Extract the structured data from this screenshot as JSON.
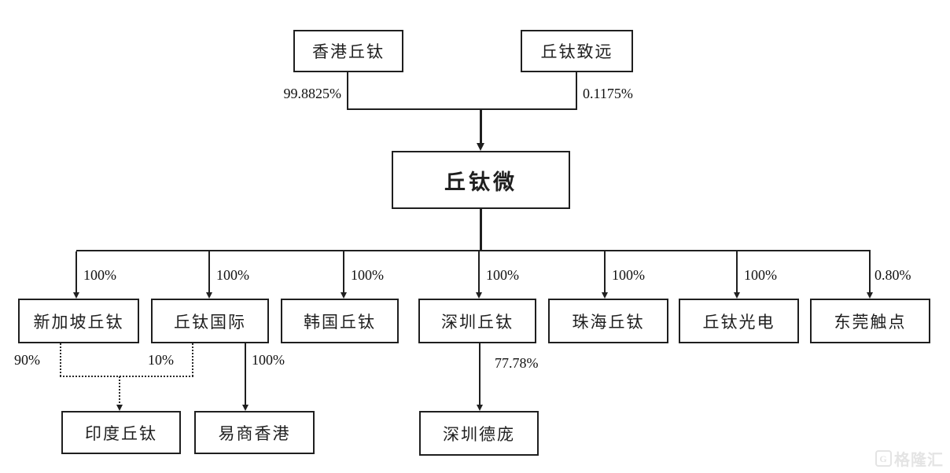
{
  "diagram": {
    "type": "equity-structure-tree",
    "line_color": "#1f1f1f",
    "background_color": "#ffffff",
    "nodes": {
      "hk": {
        "label": "香港丘钛"
      },
      "zhiyuan": {
        "label": "丘钛致远"
      },
      "qtw": {
        "label": "丘钛微"
      },
      "sg": {
        "label": "新加坡丘钛"
      },
      "intl": {
        "label": "丘钛国际"
      },
      "kr": {
        "label": "韩国丘钛"
      },
      "sz": {
        "label": "深圳丘钛"
      },
      "zh": {
        "label": "珠海丘钛"
      },
      "gd": {
        "label": "丘钛光电"
      },
      "dg": {
        "label": "东莞触点"
      },
      "india": {
        "label": "印度丘钛"
      },
      "esr": {
        "label": "易商香港"
      },
      "depang": {
        "label": "深圳德庞"
      }
    },
    "edges": [
      {
        "from": "香港丘钛",
        "to": "丘钛微",
        "percent": "99.8825%"
      },
      {
        "from": "丘钛致远",
        "to": "丘钛微",
        "percent": "0.1175%"
      },
      {
        "from": "丘钛微",
        "to": "新加坡丘钛",
        "percent": "100%"
      },
      {
        "from": "丘钛微",
        "to": "丘钛国际",
        "percent": "100%"
      },
      {
        "from": "丘钛微",
        "to": "韩国丘钛",
        "percent": "100%"
      },
      {
        "from": "丘钛微",
        "to": "深圳丘钛",
        "percent": "100%"
      },
      {
        "from": "丘钛微",
        "to": "珠海丘钛",
        "percent": "100%"
      },
      {
        "from": "丘钛微",
        "to": "丘钛光电",
        "percent": "100%"
      },
      {
        "from": "丘钛微",
        "to": "东莞触点",
        "percent": "0.80%"
      },
      {
        "from": "新加坡丘钛",
        "to": "印度丘钛",
        "percent": "90%"
      },
      {
        "from": "丘钛国际",
        "to": "印度丘钛",
        "percent": "10%"
      },
      {
        "from": "丘钛国际",
        "to": "易商香港",
        "percent": "100%"
      },
      {
        "from": "深圳丘钛",
        "to": "深圳德庞",
        "percent": "77.78%"
      }
    ],
    "watermark": {
      "logo_glyph": "G",
      "text": "格隆汇"
    }
  }
}
